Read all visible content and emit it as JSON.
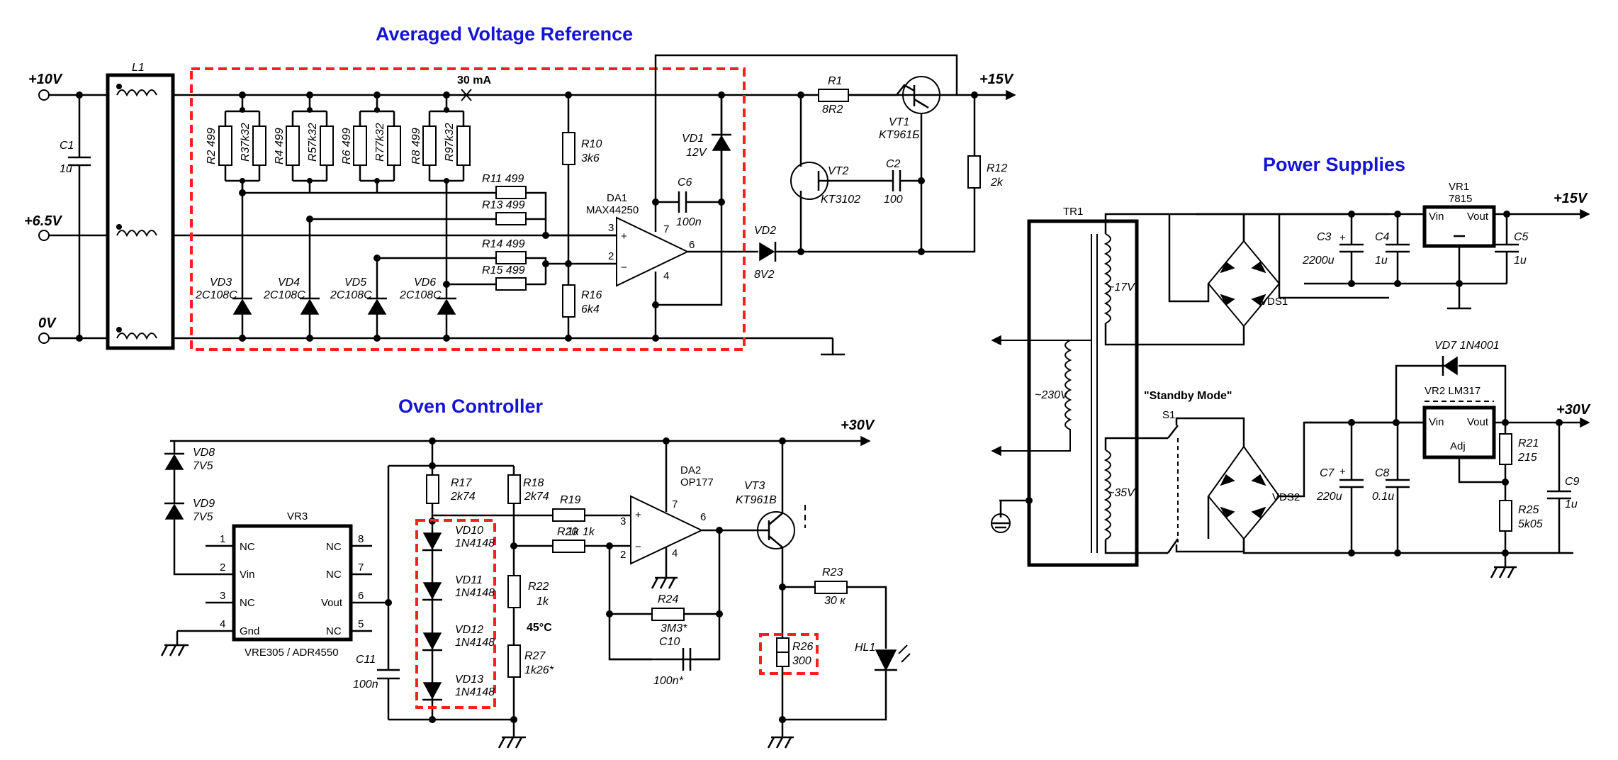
{
  "titles": {
    "reference": "Averaged Voltage Reference",
    "power": "Power Supplies",
    "oven": "Oven Controller"
  },
  "nets": {
    "plus10": "+10V",
    "plus6_5": "+6.5V",
    "zero": "0V",
    "plus15_ref": "+15V",
    "plus15_ps": "+15V",
    "plus30_oven": "+30V",
    "plus30_ps": "+30V"
  },
  "annotations": {
    "current": "30 mA",
    "standby": "\"Standby Mode\"",
    "temperature": "45°C"
  },
  "transformer": {
    "name": "TR1",
    "primary": "~230V",
    "sec1": "~17V",
    "sec2": "~35V"
  },
  "components": {
    "L1": "L1",
    "C1": "C1",
    "C1v": "1u",
    "R2": "R2",
    "R2v": "499",
    "R3": "R3",
    "R3v": "7k32",
    "R4": "R4",
    "R4v": "499",
    "R5": "R5",
    "R5v": "7k32",
    "R6": "R6",
    "R6v": "499",
    "R7": "R7",
    "R7v": "7k32",
    "R8": "R8",
    "R8v": "499",
    "R9": "R9",
    "R9v": "7k32",
    "R10": "R10",
    "R10v": "3k6",
    "R11": "R11  499",
    "R13": "R13  499",
    "R14": "R14  499",
    "R15": "R15  499",
    "R16": "R16",
    "R16v": "6k4",
    "VD3": "VD3",
    "VD4": "VD4",
    "VD5": "VD5",
    "VD6": "VD6",
    "VD3v": "2C108C",
    "VD4v": "2C108C",
    "VD5v": "2C108C",
    "VD6v": "2C108C",
    "DA1": "DA1",
    "DA1v": "MAX44250",
    "C6": "C6",
    "C6v": "100n",
    "VD1": "VD1",
    "VD1v": "12V",
    "VD2": "VD2",
    "VD2v": "8V2",
    "R1": "R1",
    "R1v": "8R2",
    "VT1": "VT1",
    "VT1v": "KT961Б",
    "VT2": "VT2",
    "VT2v": "KT3102",
    "C2": "C2",
    "C2v": "100",
    "R12": "R12",
    "R12v": "2k",
    "VD8": "VD8",
    "VD8v": "7V5",
    "VD9": "VD9",
    "VD9v": "7V5",
    "VR3": "VR3",
    "VR3v": "VRE305 / ADR4550",
    "C11": "C11",
    "C11v": "100n",
    "R17": "R17",
    "R17v": "2k74",
    "R18": "R18",
    "R18v": "2k74",
    "R19": "R19",
    "R19v": "1k",
    "R20": "R20",
    "R20v": "1k",
    "R22": "R22",
    "R22v": "1k",
    "R27": "R27",
    "R27v": "1k26*",
    "VD10": "VD10",
    "VD11": "VD11",
    "VD12": "VD12",
    "VD13": "VD13",
    "VDdv": "1N4148",
    "DA2": "DA2",
    "DA2v": "OP177",
    "R24": "R24",
    "R24v": "3M3*",
    "C10": "C10",
    "C10v": "100n*",
    "VT3": "VT3",
    "VT3v": "KT961B",
    "R23": "R23",
    "R23v": "30 к",
    "R26": "R26",
    "R26v": "300",
    "HL1": "HL1",
    "VDS1": "VDS1",
    "VDS2": "VDS2",
    "C3": "C3",
    "C3v": "2200u",
    "C4": "C4",
    "C4v": "1u",
    "C5": "C5",
    "C5v": "1u",
    "VR1": "VR1",
    "VR1v": "7815",
    "VD7": "VD7  1N4001",
    "VR2": "VR2  LM317",
    "C7": "C7",
    "C7v": "220u",
    "C8": "C8",
    "C8v": "0.1u",
    "C9": "C9",
    "C9v": "1u",
    "R21": "R21",
    "R21v": "215",
    "R25": "R25",
    "R25v": "5k05",
    "S1": "S1"
  },
  "pins": {
    "vin": "Vin",
    "vout": "Vout",
    "adj": "Adj",
    "nc": "NC",
    "gnd": "Gnd",
    "plus": "+",
    "minus": "−",
    "p1": "1",
    "p2": "2",
    "p3": "3",
    "p4": "4",
    "p5": "5",
    "p6": "6",
    "p7": "7",
    "p8": "8",
    "ground_mark": "┴"
  },
  "colors": {
    "title": "#1414d2",
    "highlight": "#ff1f1f",
    "wire": "#000000"
  }
}
